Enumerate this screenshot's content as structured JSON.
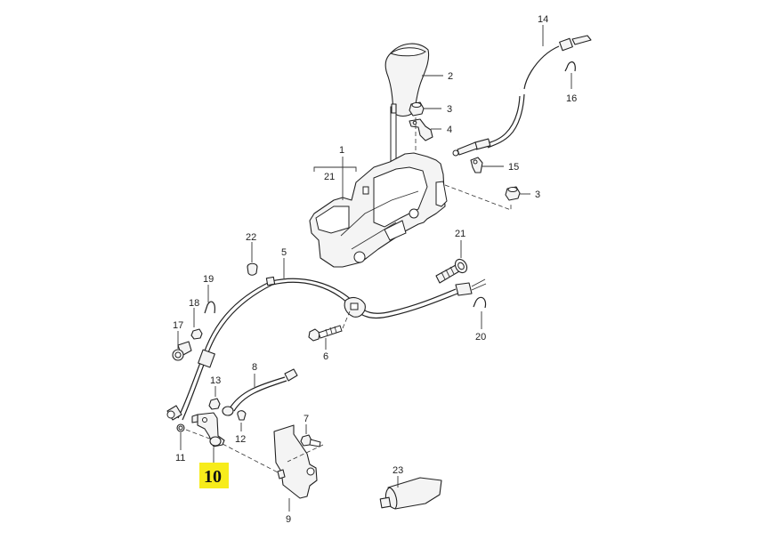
{
  "diagram": {
    "title": "Selector lever / shift cable assembly (exploded view)",
    "highlighted_part": {
      "number": "10",
      "color": "#f7ec1b"
    },
    "callouts": [
      {
        "number": "1",
        "part": "selector-lever-housing"
      },
      {
        "number": "2",
        "part": "shift-knob"
      },
      {
        "number": "3",
        "part": "nut"
      },
      {
        "number": "3",
        "part": "nut"
      },
      {
        "number": "4",
        "part": "bracket"
      },
      {
        "number": "5",
        "part": "shift-cable"
      },
      {
        "number": "6",
        "part": "bolt"
      },
      {
        "number": "7",
        "part": "bolt"
      },
      {
        "number": "8",
        "part": "linkage-rod"
      },
      {
        "number": "9",
        "part": "mounting-bracket"
      },
      {
        "number": "10",
        "part": "lever"
      },
      {
        "number": "11",
        "part": "circlip"
      },
      {
        "number": "12",
        "part": "bushing"
      },
      {
        "number": "13",
        "part": "nut"
      },
      {
        "number": "14",
        "part": "interlock-cable"
      },
      {
        "number": "15",
        "part": "clip"
      },
      {
        "number": "16",
        "part": "retaining-clip"
      },
      {
        "number": "17",
        "part": "ball-socket"
      },
      {
        "number": "18",
        "part": "nut"
      },
      {
        "number": "19",
        "part": "retaining-clip"
      },
      {
        "number": "20",
        "part": "retaining-clip"
      },
      {
        "number": "21",
        "part": "cable-end-adjuster"
      },
      {
        "number": "21",
        "part": "cable-end-adjuster"
      },
      {
        "number": "22",
        "part": "bushing"
      },
      {
        "number": "23",
        "part": "grease-tube"
      }
    ]
  }
}
